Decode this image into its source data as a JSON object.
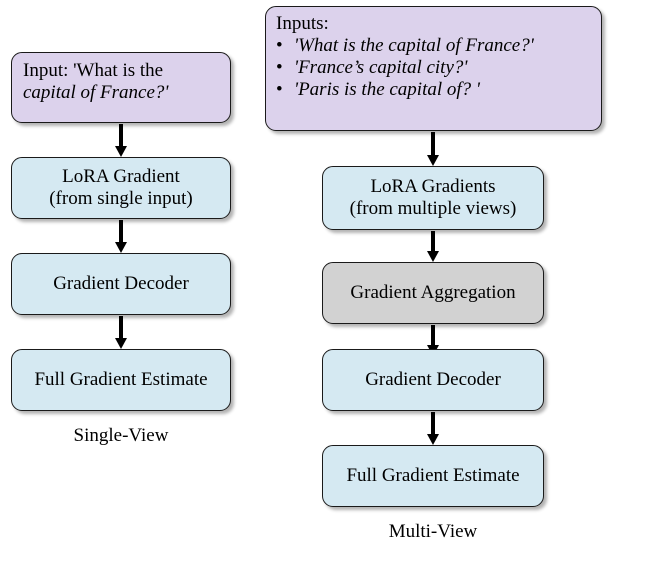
{
  "figure": {
    "background_color": "#ffffff",
    "colors": {
      "input_fill": "#dcd2ec",
      "process_fill": "#d5e9f2",
      "aggregation_fill": "#d2d2d2",
      "border": "#1a1a1a",
      "arrow": "#000000",
      "text": "#000000"
    }
  },
  "single_view": {
    "caption": "Single-View",
    "input_box": {
      "label_prefix": "Input: '",
      "line1": "Input: 'What is the",
      "line2": "capital of France?'",
      "quote_text": "What is the capital of France?"
    },
    "gradient_box": {
      "line1": "LoRA Gradient",
      "line2": "(from single input)"
    },
    "decoder_box": {
      "line1": "Gradient Decoder"
    },
    "estimate_box": {
      "line1": "Full Gradient Estimate"
    }
  },
  "multi_view": {
    "caption": "Multi-View",
    "input_box": {
      "heading": "Inputs:",
      "bullet_char": "•",
      "items": [
        "'What is the capital of France?'",
        "'France’s capital city?'",
        "'Paris is the capital of? '"
      ]
    },
    "gradients_box": {
      "line1": "LoRA Gradients",
      "line2": "(from multiple views)"
    },
    "aggregation_box": {
      "line1": "Gradient Aggregation"
    },
    "decoder_box": {
      "line1": "Gradient Decoder"
    },
    "estimate_box": {
      "line1": "Full Gradient Estimate"
    }
  }
}
